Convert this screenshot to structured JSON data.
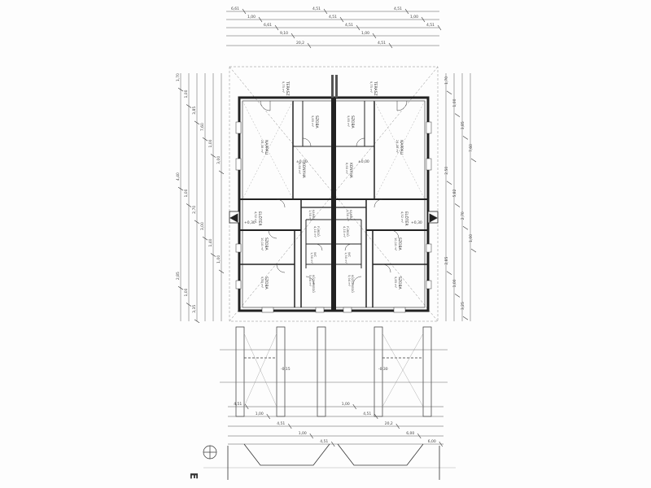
{
  "plan": {
    "rooms": [
      {
        "id": "terasz-l",
        "name": "TERASZ",
        "area": "9,75 m²"
      },
      {
        "id": "terasz-r",
        "name": "TERASZ",
        "area": "9,75 m²"
      },
      {
        "id": "szoba-top-l",
        "name": "SZOBA",
        "area": "9,85 m²"
      },
      {
        "id": "szoba-top-r",
        "name": "SZOBA",
        "area": "9,85 m²"
      },
      {
        "id": "nappali-l",
        "name": "NAPPALI",
        "area": "24,38 m²"
      },
      {
        "id": "nappali-r",
        "name": "NAPPALI",
        "area": "24,38 m²"
      },
      {
        "id": "konyha-l",
        "name": "KONYHA",
        "area": "8,60 m²"
      },
      {
        "id": "konyha-r",
        "name": "KONYHA",
        "area": "8,60 m²"
      },
      {
        "id": "eloter-l",
        "name": "ELŐTÉR",
        "area": "4,52 m²"
      },
      {
        "id": "eloter-r",
        "name": "ELŐTÉR",
        "area": "4,52 m²"
      },
      {
        "id": "kamra-l",
        "name": "KAMRA",
        "area": "1,50 m²"
      },
      {
        "id": "kamra-r",
        "name": "KAMRA",
        "area": "1,50 m²"
      },
      {
        "id": "furdo-l",
        "name": "FÜRDŐ",
        "area": "4,10 m²"
      },
      {
        "id": "furdo-r",
        "name": "FÜRDŐ",
        "area": "4,10 m²"
      },
      {
        "id": "szoba-mid-l",
        "name": "SZOBA",
        "area": "10,10 m²"
      },
      {
        "id": "szoba-mid-r",
        "name": "SZOBA",
        "area": "10,10 m²"
      },
      {
        "id": "szoba-bot-l",
        "name": "SZOBA",
        "area": "9,85 m²"
      },
      {
        "id": "szoba-bot-r",
        "name": "SZOBA",
        "area": "9,85 m²"
      },
      {
        "id": "kozlekedo-l",
        "name": "KÖZLEKEDŐ",
        "area": "5,94 m²"
      },
      {
        "id": "kozlekedo-r",
        "name": "KÖZLEKEDŐ",
        "area": "5,94 m²"
      },
      {
        "id": "wc-l",
        "name": "WC",
        "area": "1,50 m²"
      },
      {
        "id": "wc-r",
        "name": "WC",
        "area": "1,50 m²"
      }
    ],
    "dims_top": [
      "6,61",
      "1,00",
      "6,61",
      "9,10",
      "20,2",
      "4,51",
      "4,51",
      "4,51",
      "1,00",
      "4,51",
      "4,51",
      "1,00",
      "4,51"
    ],
    "dims_left": [
      "1,70",
      "1,00",
      "3,85",
      "7,60",
      "1,00",
      "3,00",
      "4,40",
      "1,00",
      "2,70",
      "3,00",
      "1,40",
      "1,00",
      "2,85",
      "1,00",
      "3,35"
    ],
    "dims_right": [
      "1,70",
      "1,00",
      "3,85",
      "7,60",
      "2,50",
      "5,82",
      "2,70",
      "1,00",
      "2,85",
      "1,00",
      "3,25"
    ],
    "dims_bottom": [
      "4,51",
      "1,00",
      "4,51",
      "1,00",
      "4,51",
      "1,00",
      "4,51",
      "20,2",
      "6,00",
      "6,00"
    ],
    "section_label": "E",
    "annotations": [
      "±0,00",
      "+0,30",
      "-0,15",
      "-0,30"
    ]
  }
}
